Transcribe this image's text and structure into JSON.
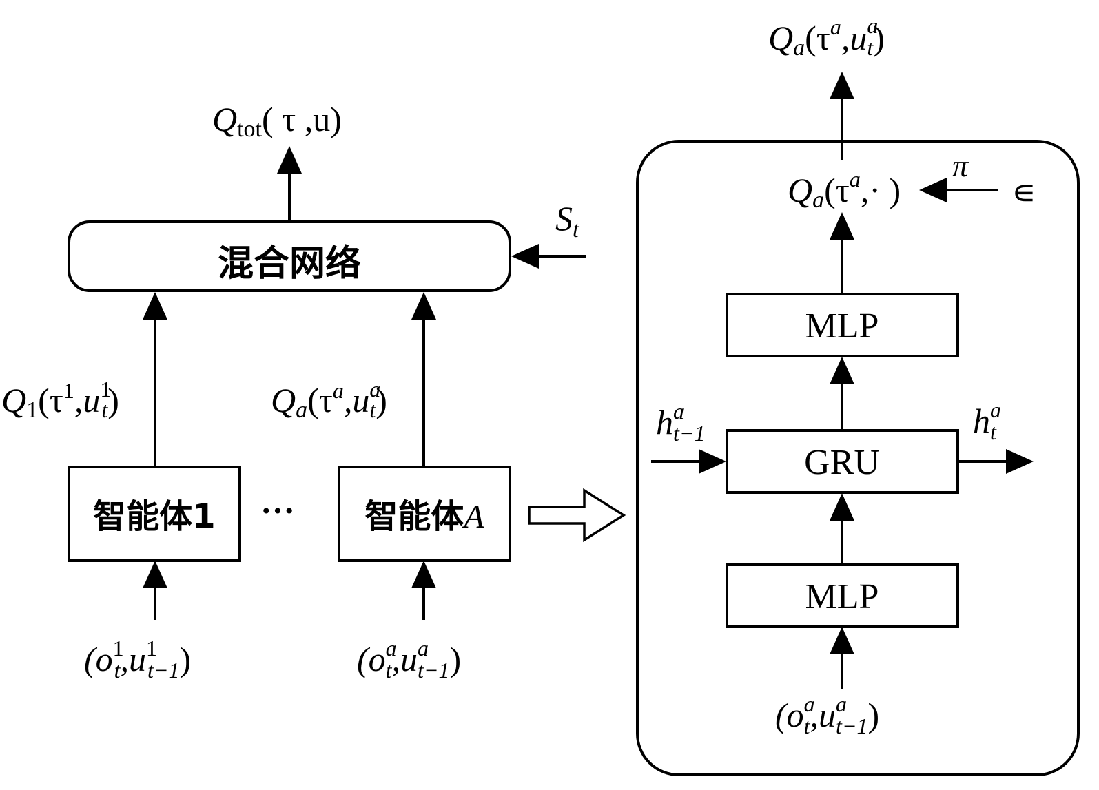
{
  "left": {
    "output_label": {
      "q": "Q",
      "sub": "tot",
      "args": "( τ ,u)"
    },
    "mixer": {
      "label": "混合网络"
    },
    "state_input": {
      "s": "S",
      "sub": "t"
    },
    "agent1": {
      "label": "智能体1",
      "q_label": {
        "q": "Q",
        "sub": "1",
        "open": "(τ",
        "sup1": "1",
        "mid": ",u",
        "sup2": "1",
        "sub2": "t",
        "close": ")"
      },
      "input_label": {
        "open": "(o",
        "sup1": "1",
        "sub1": "t",
        "mid": ",u",
        "sup2": "1",
        "sub2": "t−1",
        "close": ")"
      }
    },
    "ellipsis": "···",
    "agentA": {
      "label_cjk": "智能体",
      "label_var": "A",
      "q_label": {
        "q": "Q",
        "sub": "a",
        "open": "(τ",
        "sup1": "a",
        "mid": ",u",
        "sup2": "a",
        "sub2": "t",
        "close": ")"
      },
      "input_label": {
        "open": "(o",
        "sup1": "a",
        "sub1": "t",
        "mid": ",u",
        "sup2": "a",
        "sub2": "t−1",
        "close": ")"
      }
    }
  },
  "right": {
    "output_label": {
      "q": "Q",
      "sub": "a",
      "open": "(τ",
      "sup1": "a",
      "mid": ",u",
      "sup2": "a",
      "sub2": "t",
      "close": ")"
    },
    "qa_label": {
      "q": "Q",
      "sub": "a",
      "open": "(τ",
      "sup1": "a",
      "rest": ",· )"
    },
    "pi_label": "π",
    "epsilon_label": "∊",
    "mlp_top": "MLP",
    "gru": "GRU",
    "mlp_bottom": "MLP",
    "h_in": {
      "h": "h",
      "sup": "a",
      "sub": "t−1"
    },
    "h_out": {
      "h": "h",
      "sup": "a",
      "sub": "t"
    },
    "input_label": {
      "open": "(o",
      "sup1": "a",
      "sub1": "t",
      "mid": ",u",
      "sup2": "a",
      "sub2": "t−1",
      "close": ")"
    }
  }
}
